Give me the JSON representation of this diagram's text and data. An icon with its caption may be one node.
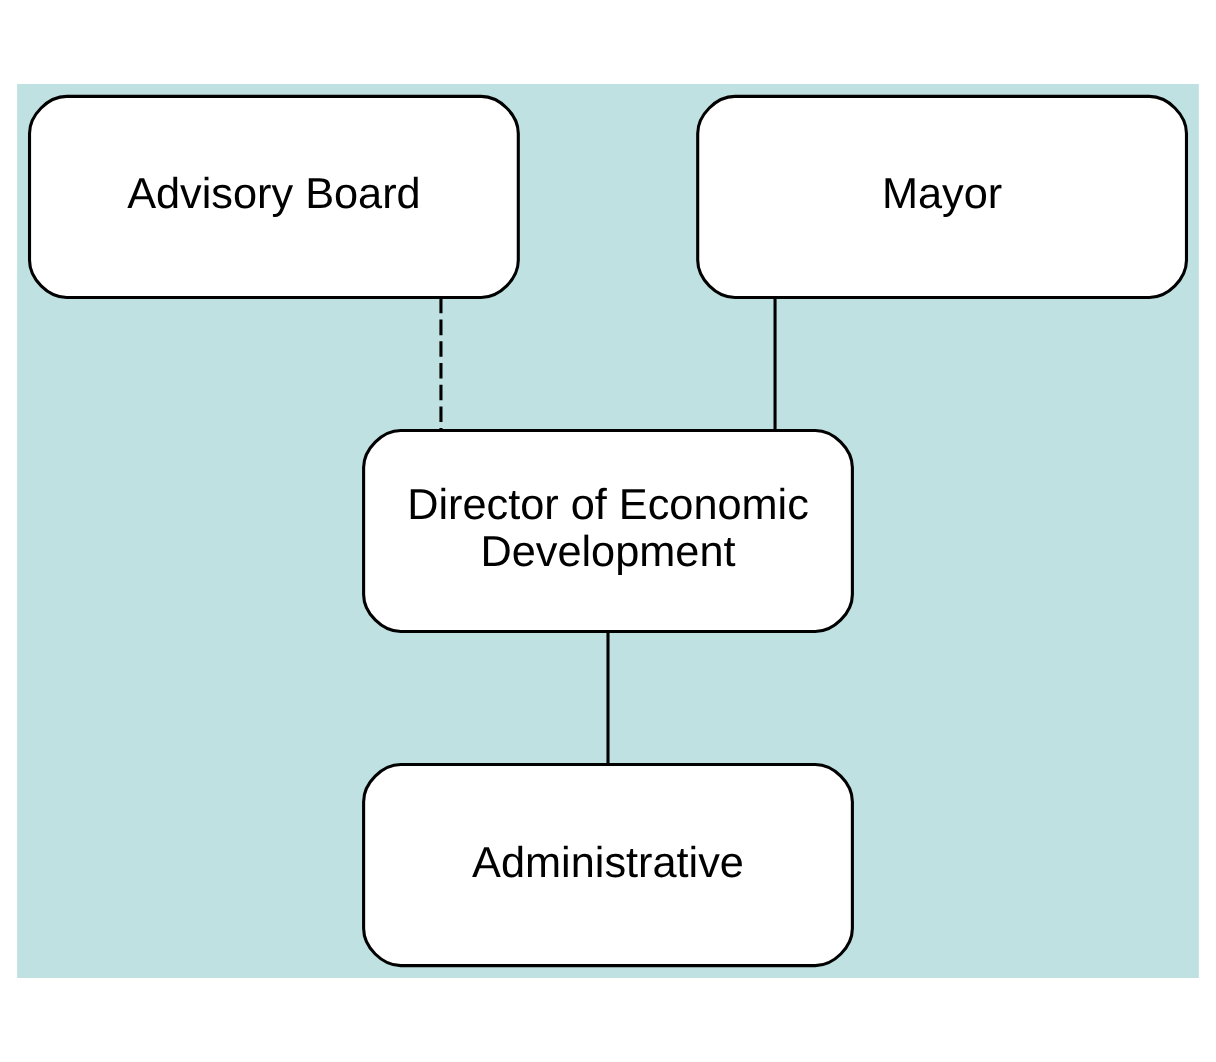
{
  "diagram": {
    "nodes": [
      {
        "text": [
          "Advisory Board"
        ]
      },
      {
        "text": [
          "Mayor"
        ]
      },
      {
        "text": [
          "Director of Economic Development"
        ]
      },
      {
        "text": [
          "Administrative"
        ]
      }
    ],
    "edges": [
      {
        "from": 1,
        "to": 2,
        "arrow": "none"
      },
      {
        "from": 0,
        "to": 2,
        "arrow": "none",
        "style": "dashed"
      },
      {
        "from": 2,
        "to": 3,
        "arrow": "none"
      }
    ]
  }
}
